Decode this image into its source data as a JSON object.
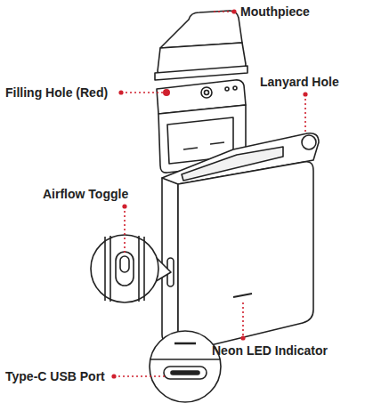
{
  "diagram": {
    "labels": [
      "Mouthpiece",
      "Filling Hole (Red)",
      "Lanyard Hole",
      "Airflow Toggle",
      "Neon LED Indicator",
      "Type-C USB Port"
    ]
  }
}
